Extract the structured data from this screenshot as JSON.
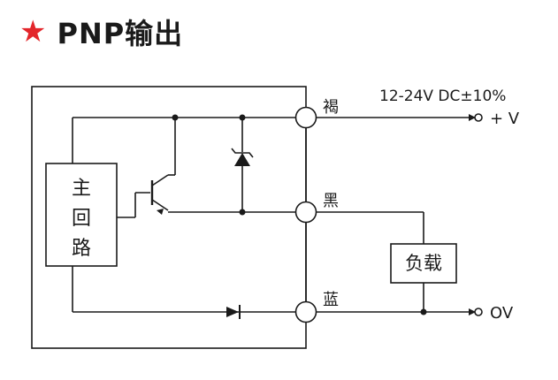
{
  "title": {
    "star": "★",
    "text": "PNP输出"
  },
  "main_circuit": {
    "chars": [
      "主",
      "回",
      "路"
    ]
  },
  "terminals": {
    "brown": "褐",
    "black": "黑",
    "blue": "蓝"
  },
  "supply": {
    "voltage": "12-24V DC±10%",
    "plus": "+ V",
    "zero": "OV"
  },
  "load": {
    "label": "负载"
  },
  "colors": {
    "star": "#e3262b",
    "line": "#1a1a1a"
  }
}
